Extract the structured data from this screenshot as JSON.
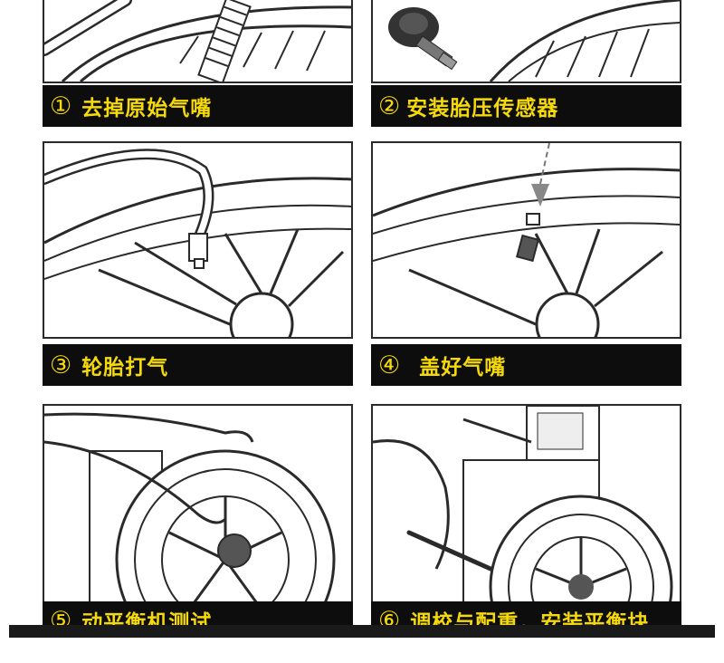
{
  "steps": [
    {
      "num": "①",
      "label": "去掉原始气嘴"
    },
    {
      "num": "②",
      "label": "安装胎压传感器"
    },
    {
      "num": "③",
      "label": "轮胎打气"
    },
    {
      "num": "④",
      "label": "盖好气嘴"
    },
    {
      "num": "⑤",
      "label": "动平衡机测试"
    },
    {
      "num": "⑥",
      "label": "调校与配重，安装平衡块"
    }
  ],
  "colors": {
    "caption_bg": "#0d0d0d",
    "caption_text": "#f5d90a",
    "line_art": "#2a2a2a"
  }
}
